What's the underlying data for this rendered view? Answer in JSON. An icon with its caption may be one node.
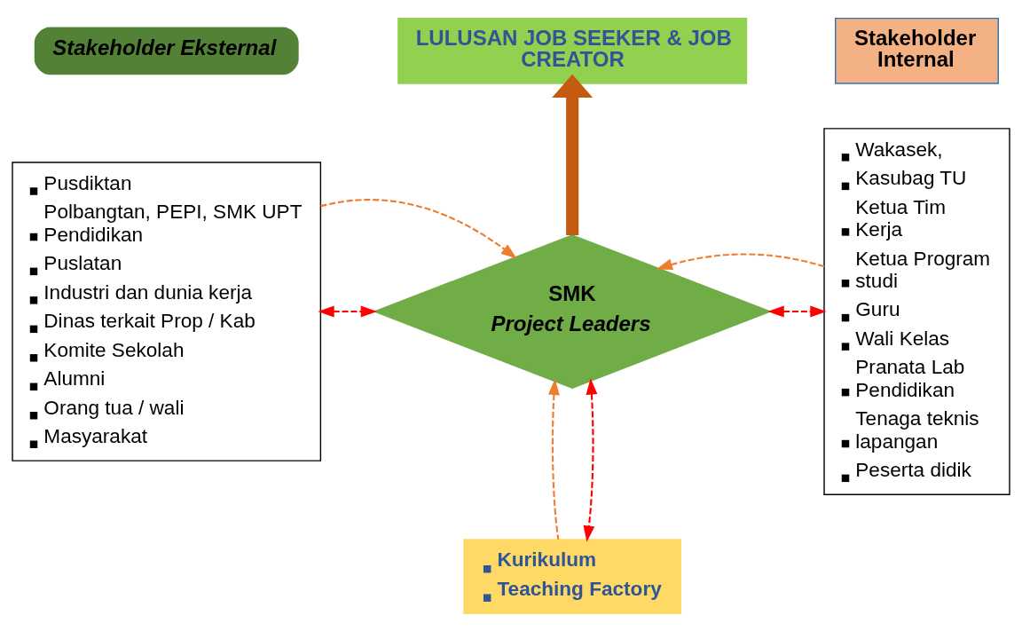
{
  "diagram": {
    "nodes": [
      {
        "text": [
          "LULUSAN JOB SEEKER & JOB CREATOR"
        ]
      },
      {
        "text": [
          "Stakeholder Eksternal"
        ]
      },
      {
        "text": [
          "Pusdiktan",
          "Polbangtan, PEPI, SMK UPT Pendidikan",
          "Puslatan",
          "Industri dan dunia kerja",
          "Dinas terkait Prop / Kab",
          "Komite Sekolah",
          "Alumni",
          "Orang tua / wali",
          "Masyarakat"
        ]
      },
      {
        "text": [
          "SMK",
          "Project Leaders"
        ]
      },
      {
        "text": [
          "Stakeholder Internal"
        ]
      },
      {
        "text": [
          "Wakasek,",
          "Kasubag TU",
          "Ketua Tim Kerja",
          "Ketua Program studi",
          "Guru",
          "Wali Kelas",
          "Pranata Lab Pendidikan",
          "Tenaga teknis lapangan",
          "Peserta didik"
        ]
      },
      {
        "text": [
          "Kurikulum",
          "Teaching Factory"
        ]
      }
    ],
    "edges": [
      {
        "from": 3,
        "to": 0,
        "arrow": "to",
        "style": "thick",
        "color": "#c55a11"
      },
      {
        "from": 2,
        "to": 3,
        "arrow": "both",
        "style": "dashed",
        "color": "#ff0000"
      },
      {
        "from": 2,
        "to": 3,
        "arrow": "to",
        "style": "dashed",
        "color": "#ed7d31"
      },
      {
        "from": 5,
        "to": 3,
        "arrow": "both",
        "style": "dashed",
        "color": "#ff0000"
      },
      {
        "from": 5,
        "to": 3,
        "arrow": "to",
        "style": "dashed",
        "color": "#ed7d31"
      },
      {
        "from": 6,
        "to": 3,
        "arrow": "to",
        "style": "dashed",
        "color": "#ed7d31"
      },
      {
        "from": 6,
        "to": 3,
        "arrow": "both",
        "style": "dashed",
        "color": "#ff0000"
      }
    ]
  }
}
